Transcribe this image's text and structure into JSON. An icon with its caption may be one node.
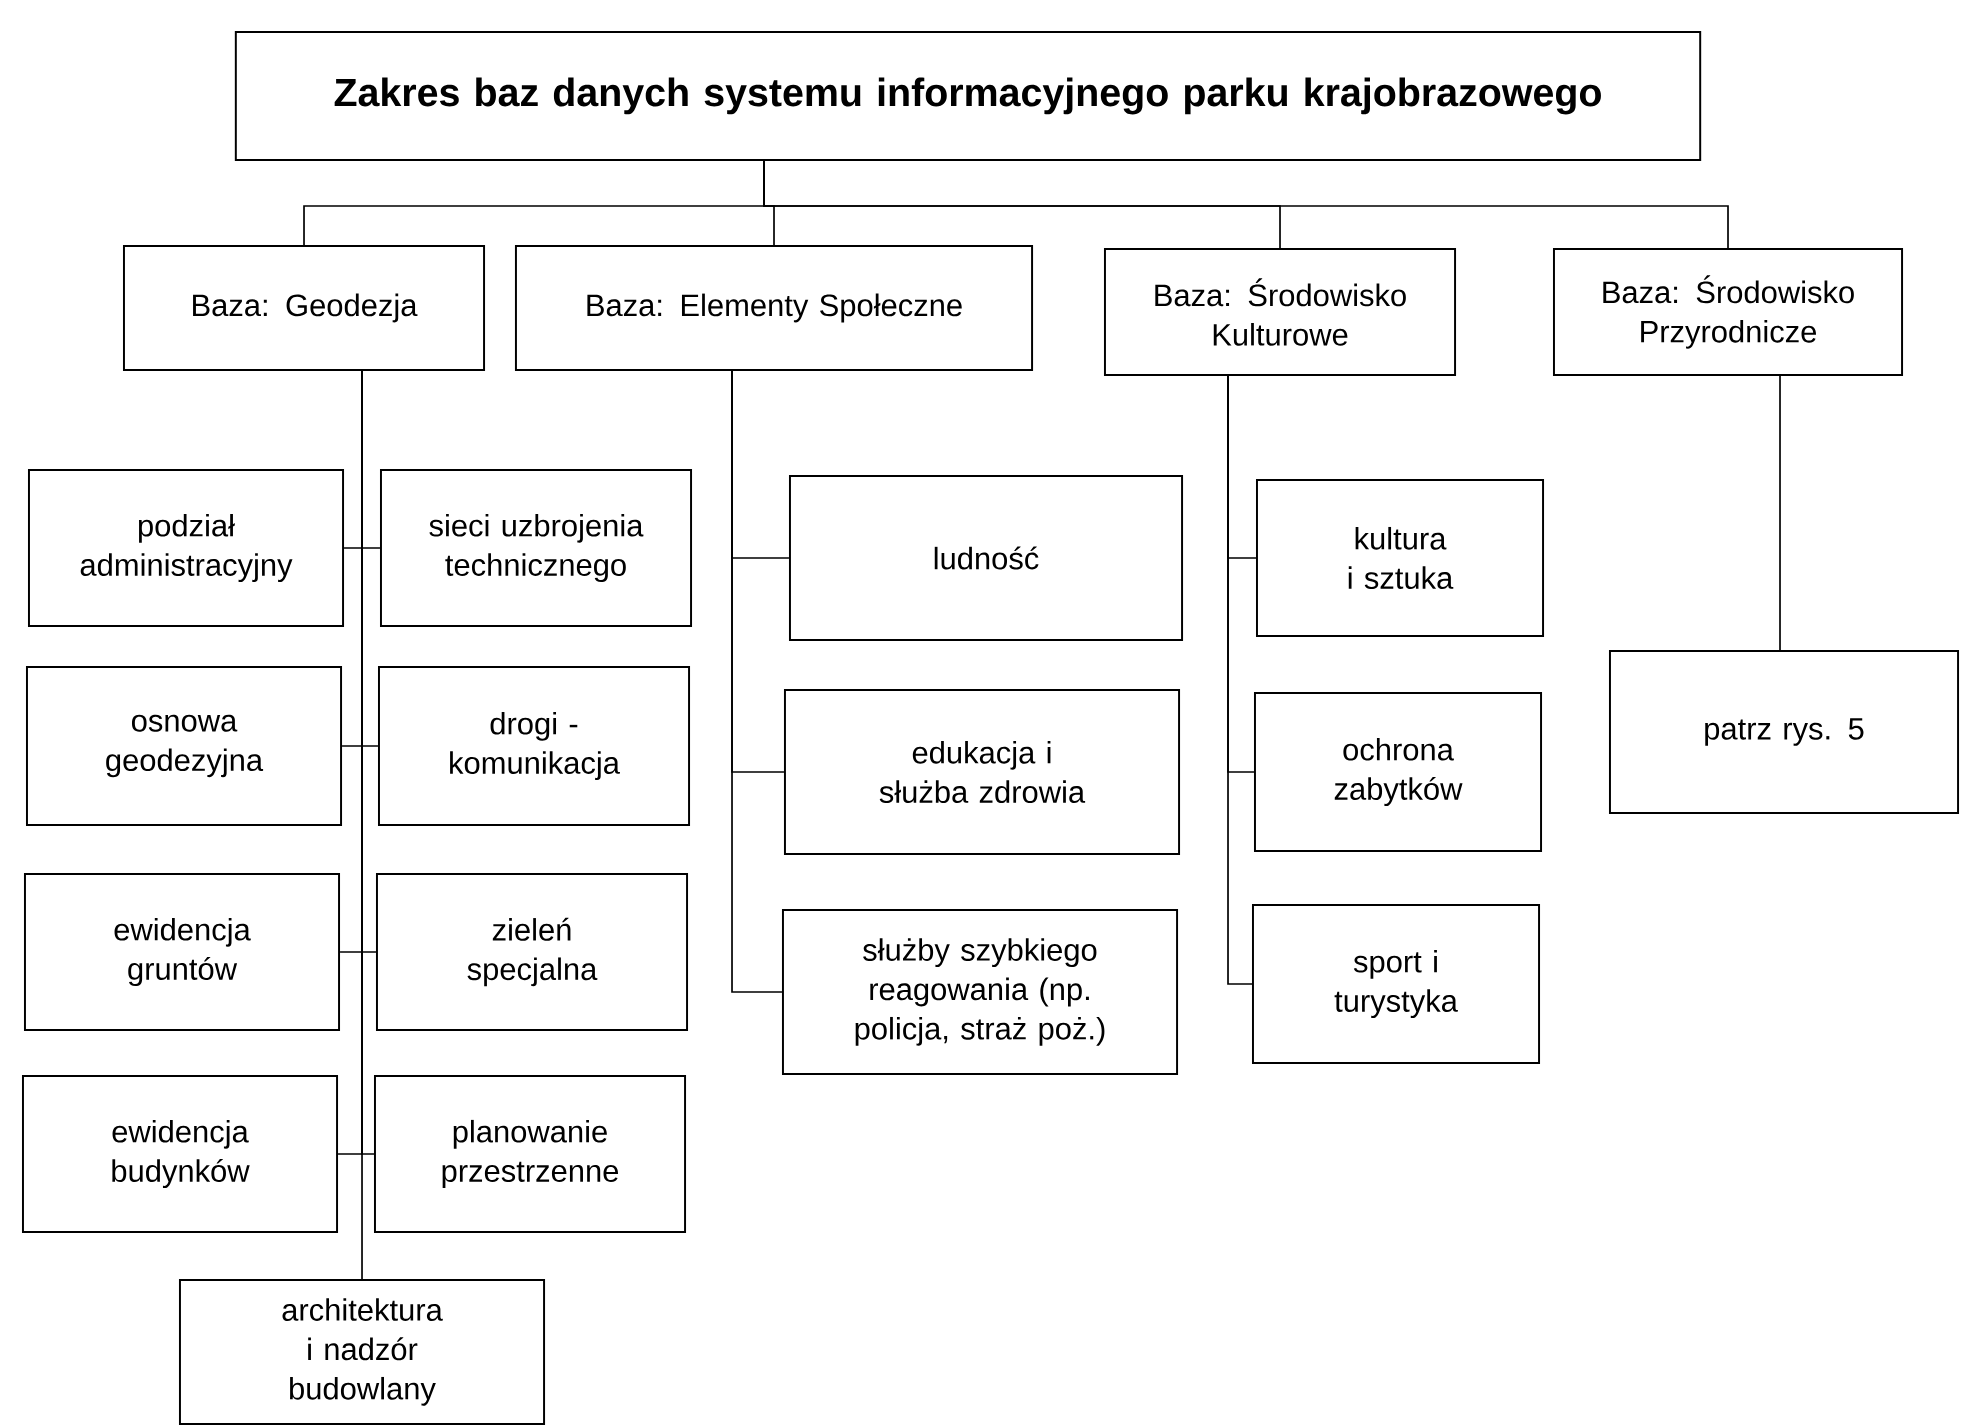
{
  "diagram": {
    "nodes": [
      {
        "text": [
          "Zakres baz danych systemu informacyjnego parku krajobrazowego"
        ]
      },
      {
        "text": [
          "Baza: Geodezja"
        ]
      },
      {
        "text": [
          "Baza: Elementy Społeczne"
        ]
      },
      {
        "text": [
          "Baza: Środowisko Kulturowe"
        ]
      },
      {
        "text": [
          "Baza: Środowisko Przyrodnicze"
        ]
      },
      {
        "text": [
          "podział administracyjny"
        ]
      },
      {
        "text": [
          "sieci uzbrojenia technicznego"
        ]
      },
      {
        "text": [
          "osnowa geodezyjna"
        ]
      },
      {
        "text": [
          "drogi - komunikacja"
        ]
      },
      {
        "text": [
          "ewidencja gruntów"
        ]
      },
      {
        "text": [
          "zieleń specjalna"
        ]
      },
      {
        "text": [
          "ewidencja budynków"
        ]
      },
      {
        "text": [
          "planowanie przestrzenne"
        ]
      },
      {
        "text": [
          "architektura i nadzór budowlany"
        ]
      },
      {
        "text": [
          "ludność"
        ]
      },
      {
        "text": [
          "edukacja i służba zdrowia"
        ]
      },
      {
        "text": [
          "służby szybkiego reagowania (np. policja, straż poż.)"
        ]
      },
      {
        "text": [
          "kultura i sztuka"
        ]
      },
      {
        "text": [
          "ochrona zabytków"
        ]
      },
      {
        "text": [
          "sport i turystyka"
        ]
      },
      {
        "text": [
          "patrz rys. 5"
        ]
      }
    ],
    "edges": [
      {
        "from": 0,
        "to": 1,
        "arrow": "none"
      },
      {
        "from": 0,
        "to": 2,
        "arrow": "none"
      },
      {
        "from": 0,
        "to": 3,
        "arrow": "none"
      },
      {
        "from": 0,
        "to": 4,
        "arrow": "none"
      },
      {
        "from": 1,
        "to": 5,
        "arrow": "none"
      },
      {
        "from": 1,
        "to": 6,
        "arrow": "none"
      },
      {
        "from": 1,
        "to": 7,
        "arrow": "none"
      },
      {
        "from": 1,
        "to": 8,
        "arrow": "none"
      },
      {
        "from": 1,
        "to": 9,
        "arrow": "none"
      },
      {
        "from": 1,
        "to": 10,
        "arrow": "none"
      },
      {
        "from": 1,
        "to": 11,
        "arrow": "none"
      },
      {
        "from": 1,
        "to": 12,
        "arrow": "none"
      },
      {
        "from": 1,
        "to": 13,
        "arrow": "none"
      },
      {
        "from": 2,
        "to": 14,
        "arrow": "none"
      },
      {
        "from": 2,
        "to": 15,
        "arrow": "none"
      },
      {
        "from": 2,
        "to": 16,
        "arrow": "none"
      },
      {
        "from": 3,
        "to": 17,
        "arrow": "none"
      },
      {
        "from": 3,
        "to": 18,
        "arrow": "none"
      },
      {
        "from": 3,
        "to": 19,
        "arrow": "none"
      },
      {
        "from": 4,
        "to": 20,
        "arrow": "none"
      }
    ]
  }
}
